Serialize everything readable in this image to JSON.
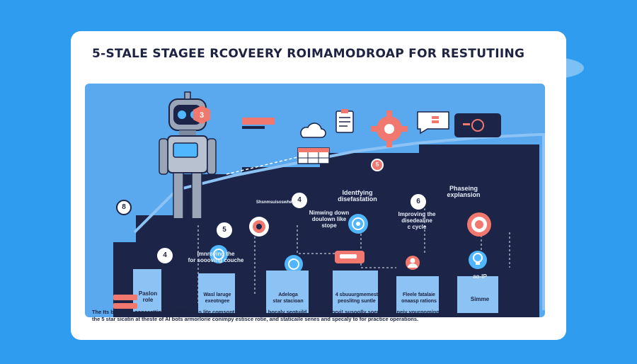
{
  "title": "5-STALE STAGEE RCOVEERY ROIMAMODROAP FOR RESTUTIING",
  "labels": {
    "identifying": "Identfying\ndisefastation",
    "phaseing": "Phaseing\nexplansion",
    "narrowing": "Nimwing down\ndoulown like\nstope",
    "improving_cycle": "Improving the\ndisedealine\nc cycle",
    "improving_coaching": "Imnroving the\nfor soooving couche",
    "small_label": "Shsnmsuisoswhere",
    "paslon": "Paslon\nrole",
    "wasl": "Wasl laruge\nexeotngee",
    "adeloga": "Adeloga\nstar stacioan",
    "four_sh": "4 sbuuurgmemest\npeoslitng suntle",
    "fleele": "Fleele fatalaie\nonaasp rations",
    "ao_ip": "ao-IP",
    "simme": "Simme"
  },
  "nodes": {
    "n3": "3",
    "n8": "8",
    "n4a": "4",
    "n4b": "4",
    "n5a": "5",
    "n5b": "5",
    "n6": "6"
  },
  "footer": {
    "line1": "The Its bussellly concecttipts to riinalneass lite comsopt too ounnoul bocaly seotuild no asupporvi! susoolly soens  a s uneiy vourgoming",
    "line2": "the 5 star sicatin at theste of AI bots  armorlorie conimpy estisce rotie,  and staticaile senes and specaly to for practice operations."
  },
  "colors": {
    "background": "#2f9cf0",
    "panel": "#5aa9ee",
    "navy": "#1c2548",
    "coral": "#f0786e",
    "light_blue": "#8cc2f4"
  },
  "icons": [
    "robot-icon",
    "gear-icon",
    "cloud-icon",
    "monitor-icon",
    "chat-bubble-icon",
    "target-icon",
    "hexagon-icon",
    "clipboard-icon",
    "lightbulb-icon",
    "person-icon",
    "calendar-icon"
  ]
}
